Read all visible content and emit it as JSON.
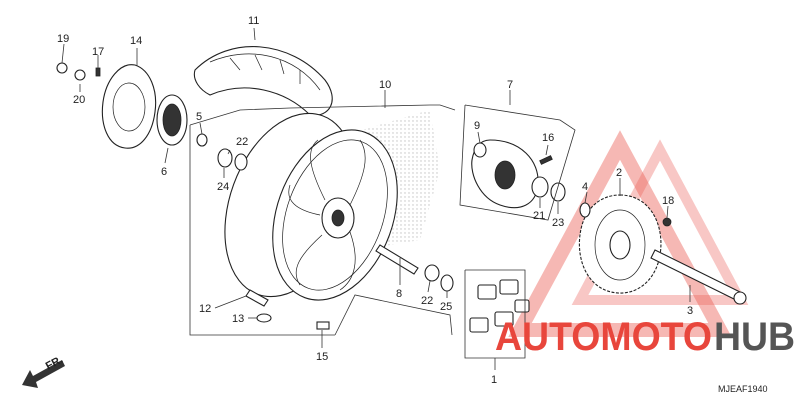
{
  "diagram": {
    "labels": [
      {
        "text": "19"
      },
      {
        "text": "17"
      },
      {
        "text": "14"
      },
      {
        "text": "20"
      },
      {
        "text": "5"
      },
      {
        "text": "6"
      },
      {
        "text": "11"
      },
      {
        "text": "10"
      },
      {
        "text": "22"
      },
      {
        "text": "24"
      },
      {
        "text": "7"
      },
      {
        "text": "9"
      },
      {
        "text": "16"
      },
      {
        "text": "21"
      },
      {
        "text": "23"
      },
      {
        "text": "2"
      },
      {
        "text": "4"
      },
      {
        "text": "18"
      },
      {
        "text": "12"
      },
      {
        "text": "13"
      },
      {
        "text": "8"
      },
      {
        "text": "22"
      },
      {
        "text": "25"
      },
      {
        "text": "15"
      },
      {
        "text": "3"
      },
      {
        "text": "1"
      }
    ],
    "front_marker": "FR.",
    "diagram_code": "MJEAF1940"
  },
  "watermark": {
    "word_a": "AUTOMOTO",
    "word_b": "HUB",
    "color_a": "#e8463c",
    "color_b": "#555555"
  }
}
